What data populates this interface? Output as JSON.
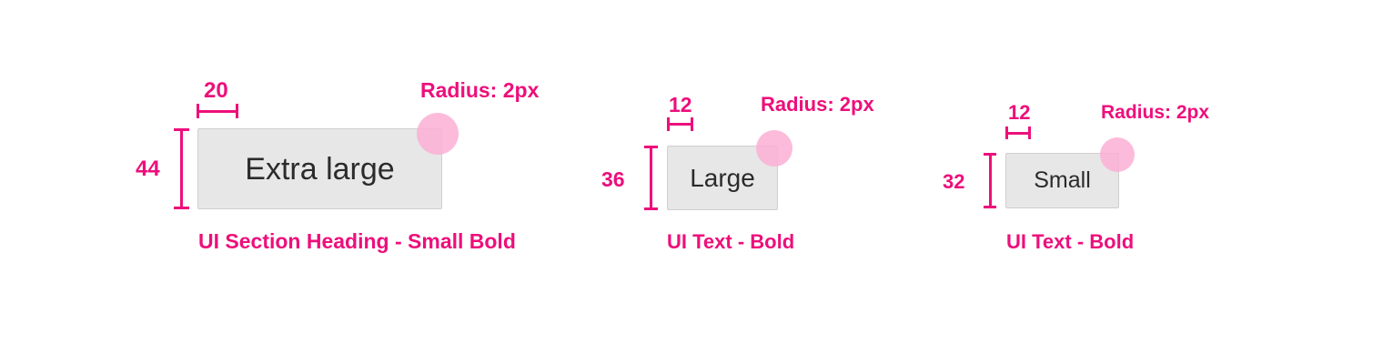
{
  "theme": {
    "background": "#ffffff",
    "annotation_color": "#ed0f7b",
    "radius_dot_color": "#fbafd4",
    "button_fill": "#e7e7e7",
    "button_border": "#cfcfcf",
    "button_text_color": "#2b2b2b"
  },
  "specs": [
    {
      "id": "extra-large",
      "button_label": "Extra large",
      "horizontal_padding": "20",
      "height": "44",
      "radius_label": "Radius: 2px",
      "caption": "UI Section Heading - Small Bold"
    },
    {
      "id": "large",
      "button_label": "Large",
      "horizontal_padding": "12",
      "height": "36",
      "radius_label": "Radius: 2px",
      "caption": "UI Text - Bold"
    },
    {
      "id": "small",
      "button_label": "Small",
      "horizontal_padding": "12",
      "height": "32",
      "radius_label": "Radius: 2px",
      "caption": "UI Text - Bold"
    }
  ]
}
